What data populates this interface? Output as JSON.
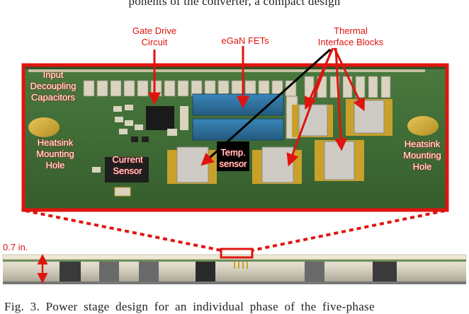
{
  "top_text": "ponents of the converter, a compact design",
  "labels": {
    "gate_drive": "Gate Drive\nCircuit",
    "egan": "eGaN FETs",
    "thermal": "Thermal\nInterface Blocks",
    "input_caps": "Input\nDecoupling\nCapacitors",
    "heatsink_left": "Heatsink\nMounting\nHole",
    "heatsink_right": "Heatsink\nMounting\nHole",
    "current_sensor": "Current\nSensor",
    "temp_sensor": "Temp.\nsensor",
    "dimension": "0.7 in."
  },
  "caption": "Fig. 3. Power stage design for an individual phase of the five-phase",
  "colors": {
    "annotation_red": "#e0140f",
    "pcb_green": "#3f6a35",
    "fet_blue": "#2d6f9b",
    "pad_gold": "#c9a02a"
  }
}
